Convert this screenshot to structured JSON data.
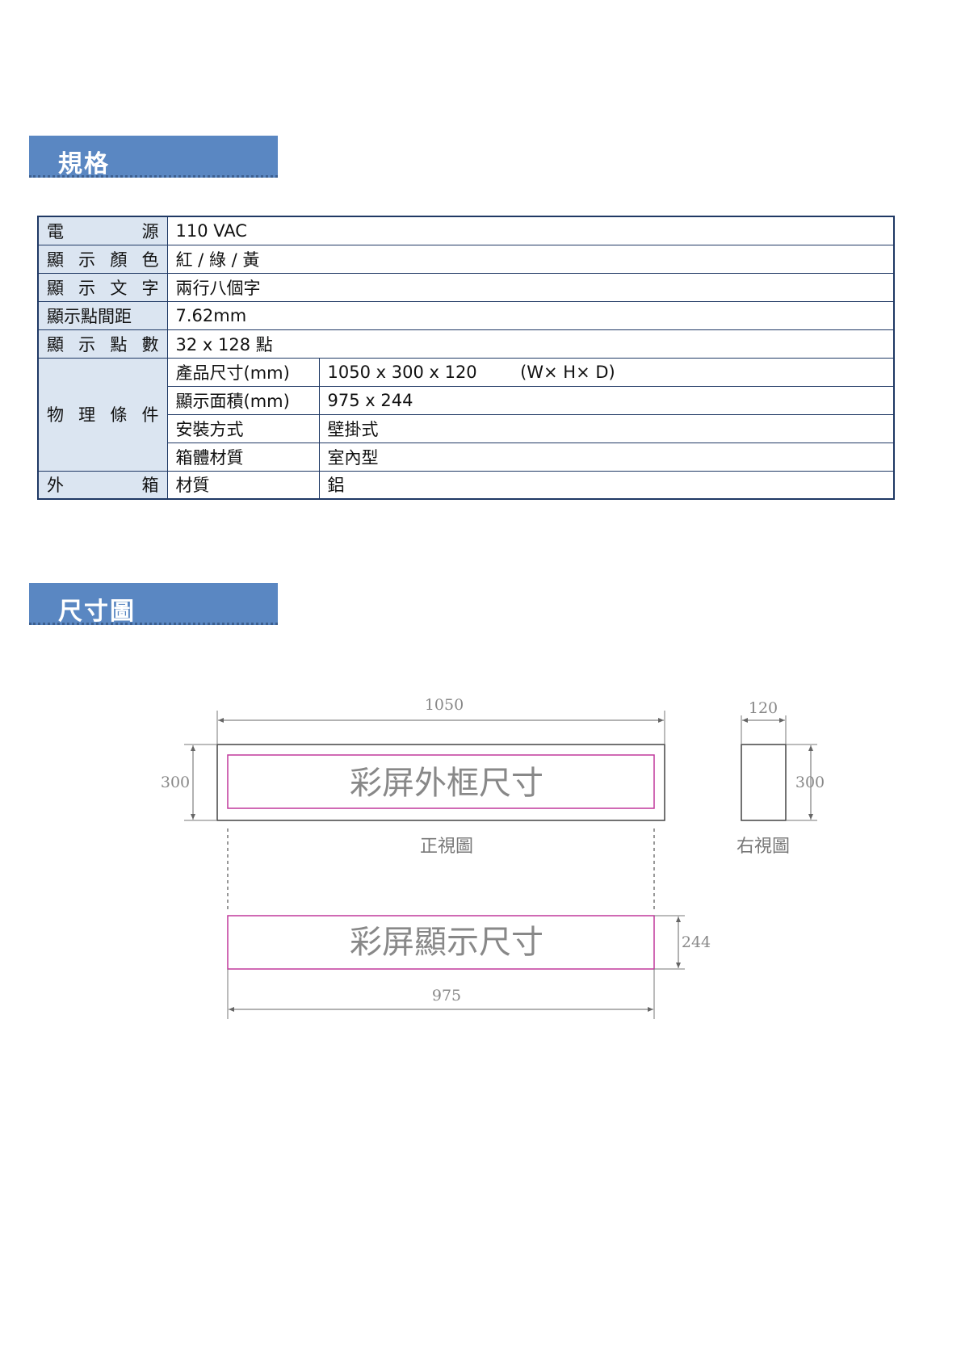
{
  "sections": {
    "spec_title": "規格",
    "dimension_title": "尺寸圖"
  },
  "spec_table": {
    "power": {
      "label": "電源",
      "value": "110 VAC"
    },
    "colors": {
      "label": "顯示顏色",
      "value": "紅 / 綠 / 黃"
    },
    "text": {
      "label": "顯示文字",
      "value": "兩行八個字"
    },
    "pitch": {
      "label": "顯示點間距",
      "value": "7.62mm"
    },
    "dots": {
      "label": "顯示點數",
      "value": "32 x 128  點"
    },
    "physical": {
      "label": "物理條件",
      "rows": [
        {
          "name": "產品尺寸(mm)",
          "value": "1050 x 300 x 120        (W× H× D)"
        },
        {
          "name": "顯示面積(mm)",
          "value": "975 x 244"
        },
        {
          "name": "安裝方式",
          "value": "壁掛式"
        },
        {
          "name": "箱體材質",
          "value": "室內型"
        }
      ]
    },
    "case": {
      "label": "外箱",
      "name": "材質",
      "value": "鋁"
    }
  },
  "drawing": {
    "front_width": "1050",
    "front_height": "300",
    "frame_label": "彩屏外框尺寸",
    "front_view_label": "正視圖",
    "side_depth": "120",
    "side_height": "300",
    "side_view_label": "右視圖",
    "screen_label": "彩屏顯示尺寸",
    "screen_height": "244",
    "screen_width": "975",
    "frame_color": "#c0399c"
  }
}
